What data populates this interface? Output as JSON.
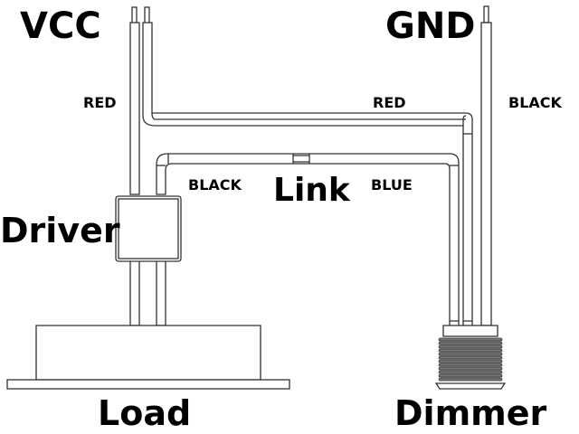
{
  "labels": {
    "vcc": "VCC",
    "gnd": "GND",
    "driver": "Driver",
    "link": "Link",
    "load": "Load",
    "dimmer": "Dimmer"
  },
  "wire_labels": {
    "red_left": "RED",
    "red_top": "RED",
    "black_right": "BLACK",
    "black_link": "BLACK",
    "blue_link": "BLUE"
  },
  "colors": {
    "stroke": "#333333",
    "text": "#000000",
    "background": "#ffffff"
  }
}
